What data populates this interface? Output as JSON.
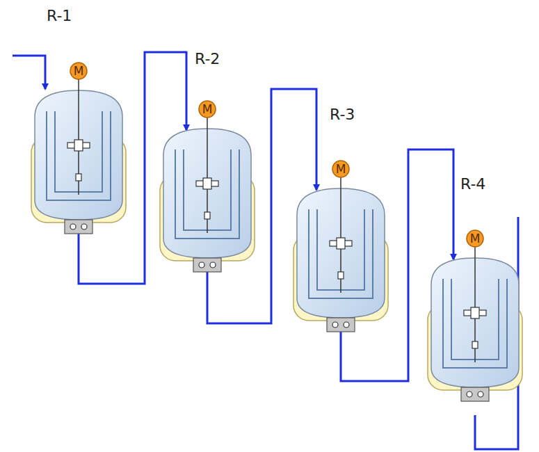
{
  "diagram": {
    "nodes": [
      {
        "text": [
          "R-1"
        ]
      },
      {
        "text": [
          "M"
        ],
        "in": 0
      },
      {
        "text": [
          "R-2"
        ]
      },
      {
        "text": [
          "M"
        ],
        "in": 2
      },
      {
        "text": [
          "R-3"
        ]
      },
      {
        "text": [
          "M"
        ],
        "in": 4
      },
      {
        "text": [
          "R-4"
        ]
      },
      {
        "text": [
          "M"
        ],
        "in": 6
      }
    ],
    "edges": [
      {
        "from": 0,
        "to": 2,
        "arrow": "to"
      },
      {
        "from": 2,
        "to": 4,
        "arrow": "to"
      },
      {
        "from": 4,
        "to": 6,
        "arrow": "to"
      }
    ]
  }
}
